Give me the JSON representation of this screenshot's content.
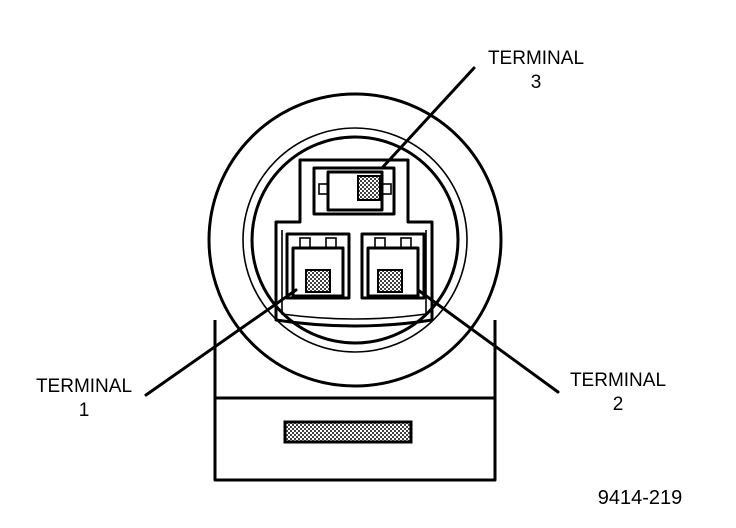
{
  "labels": {
    "terminal_3": {
      "line1": "TERMINAL",
      "line2": "3"
    },
    "terminal_1": {
      "line1": "TERMINAL",
      "line2": "1"
    },
    "terminal_2": {
      "line1": "TERMINAL",
      "line2": "2"
    }
  },
  "figure_number": "9414-219",
  "colors": {
    "ink": "#000000",
    "paper": "#ffffff",
    "hatch": "#555555"
  }
}
